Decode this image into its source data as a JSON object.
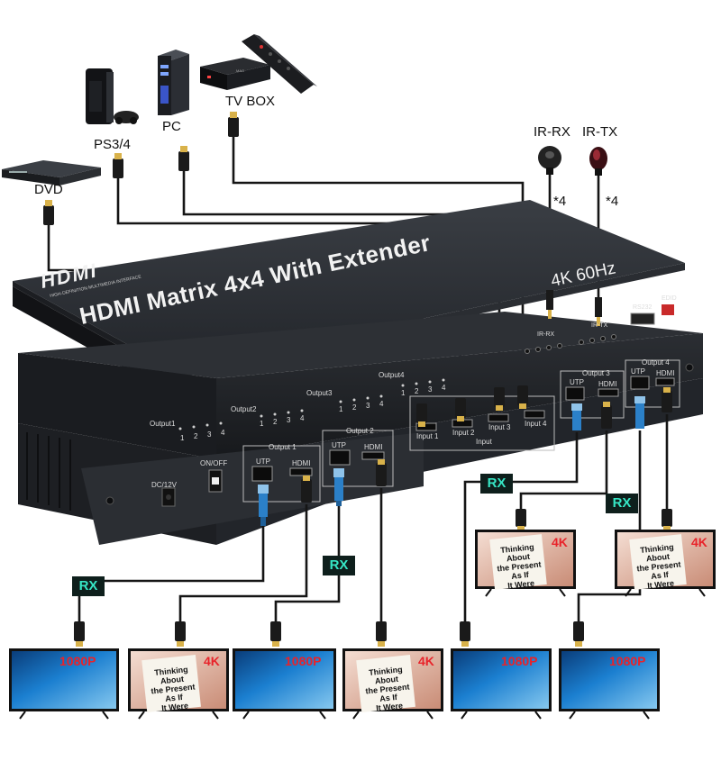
{
  "sources": [
    {
      "name": "dvd",
      "label": "DVD"
    },
    {
      "name": "ps",
      "label": "PS3/4"
    },
    {
      "name": "pc",
      "label": "PC"
    },
    {
      "name": "tvbox",
      "label": "TV BOX"
    }
  ],
  "ir": {
    "rx_label": "IR-RX",
    "tx_label": "IR-TX",
    "rx_count": "*4",
    "tx_count": "*4"
  },
  "device": {
    "logo": "HDMI",
    "logo_sub": "HIGH-DEFINITION MULTIMEDIA INTERFACE",
    "title": "HDMI Matrix 4x4 With Extender",
    "spec": "4K 60Hz",
    "ir_rx": "IR-RX",
    "ir_tx": "IR-TX",
    "rs232": "RS232",
    "edid": "EDID",
    "front_groups": [
      {
        "label": "Output1",
        "nums": [
          "1",
          "2",
          "3",
          "4"
        ]
      },
      {
        "label": "Output2",
        "nums": [
          "1",
          "2",
          "3",
          "4"
        ]
      },
      {
        "label": "Output3",
        "nums": [
          "1",
          "2",
          "3",
          "4"
        ]
      },
      {
        "label": "Output4",
        "nums": [
          "1",
          "2",
          "3",
          "4"
        ]
      }
    ],
    "dc": "DC/12V",
    "onoff": "ON/OFF",
    "output1": "Output 1",
    "output2": "Output 2",
    "output3": "Output 3",
    "output4": "Output 4",
    "utp": "UTP",
    "hdmi": "HDMI",
    "inputs": [
      "Input 1",
      "Input 2",
      "Input 3",
      "Input 4"
    ],
    "input_group": "Input"
  },
  "rx_label": "RX",
  "displays": {
    "res_1080": "1080P",
    "res_4k": "4K",
    "card_text": "Thinking\nAbout\nthe Present\nAs If\nIt Were"
  },
  "colors": {
    "device_body": "#26292d",
    "cable": "#1a1a1a",
    "hdmi_tip": "#d9b24a",
    "utp": "#2b80c8",
    "rx_bg": "#0e1f1c",
    "rx_text": "#36e6c5",
    "res_red": "#e8232a"
  }
}
